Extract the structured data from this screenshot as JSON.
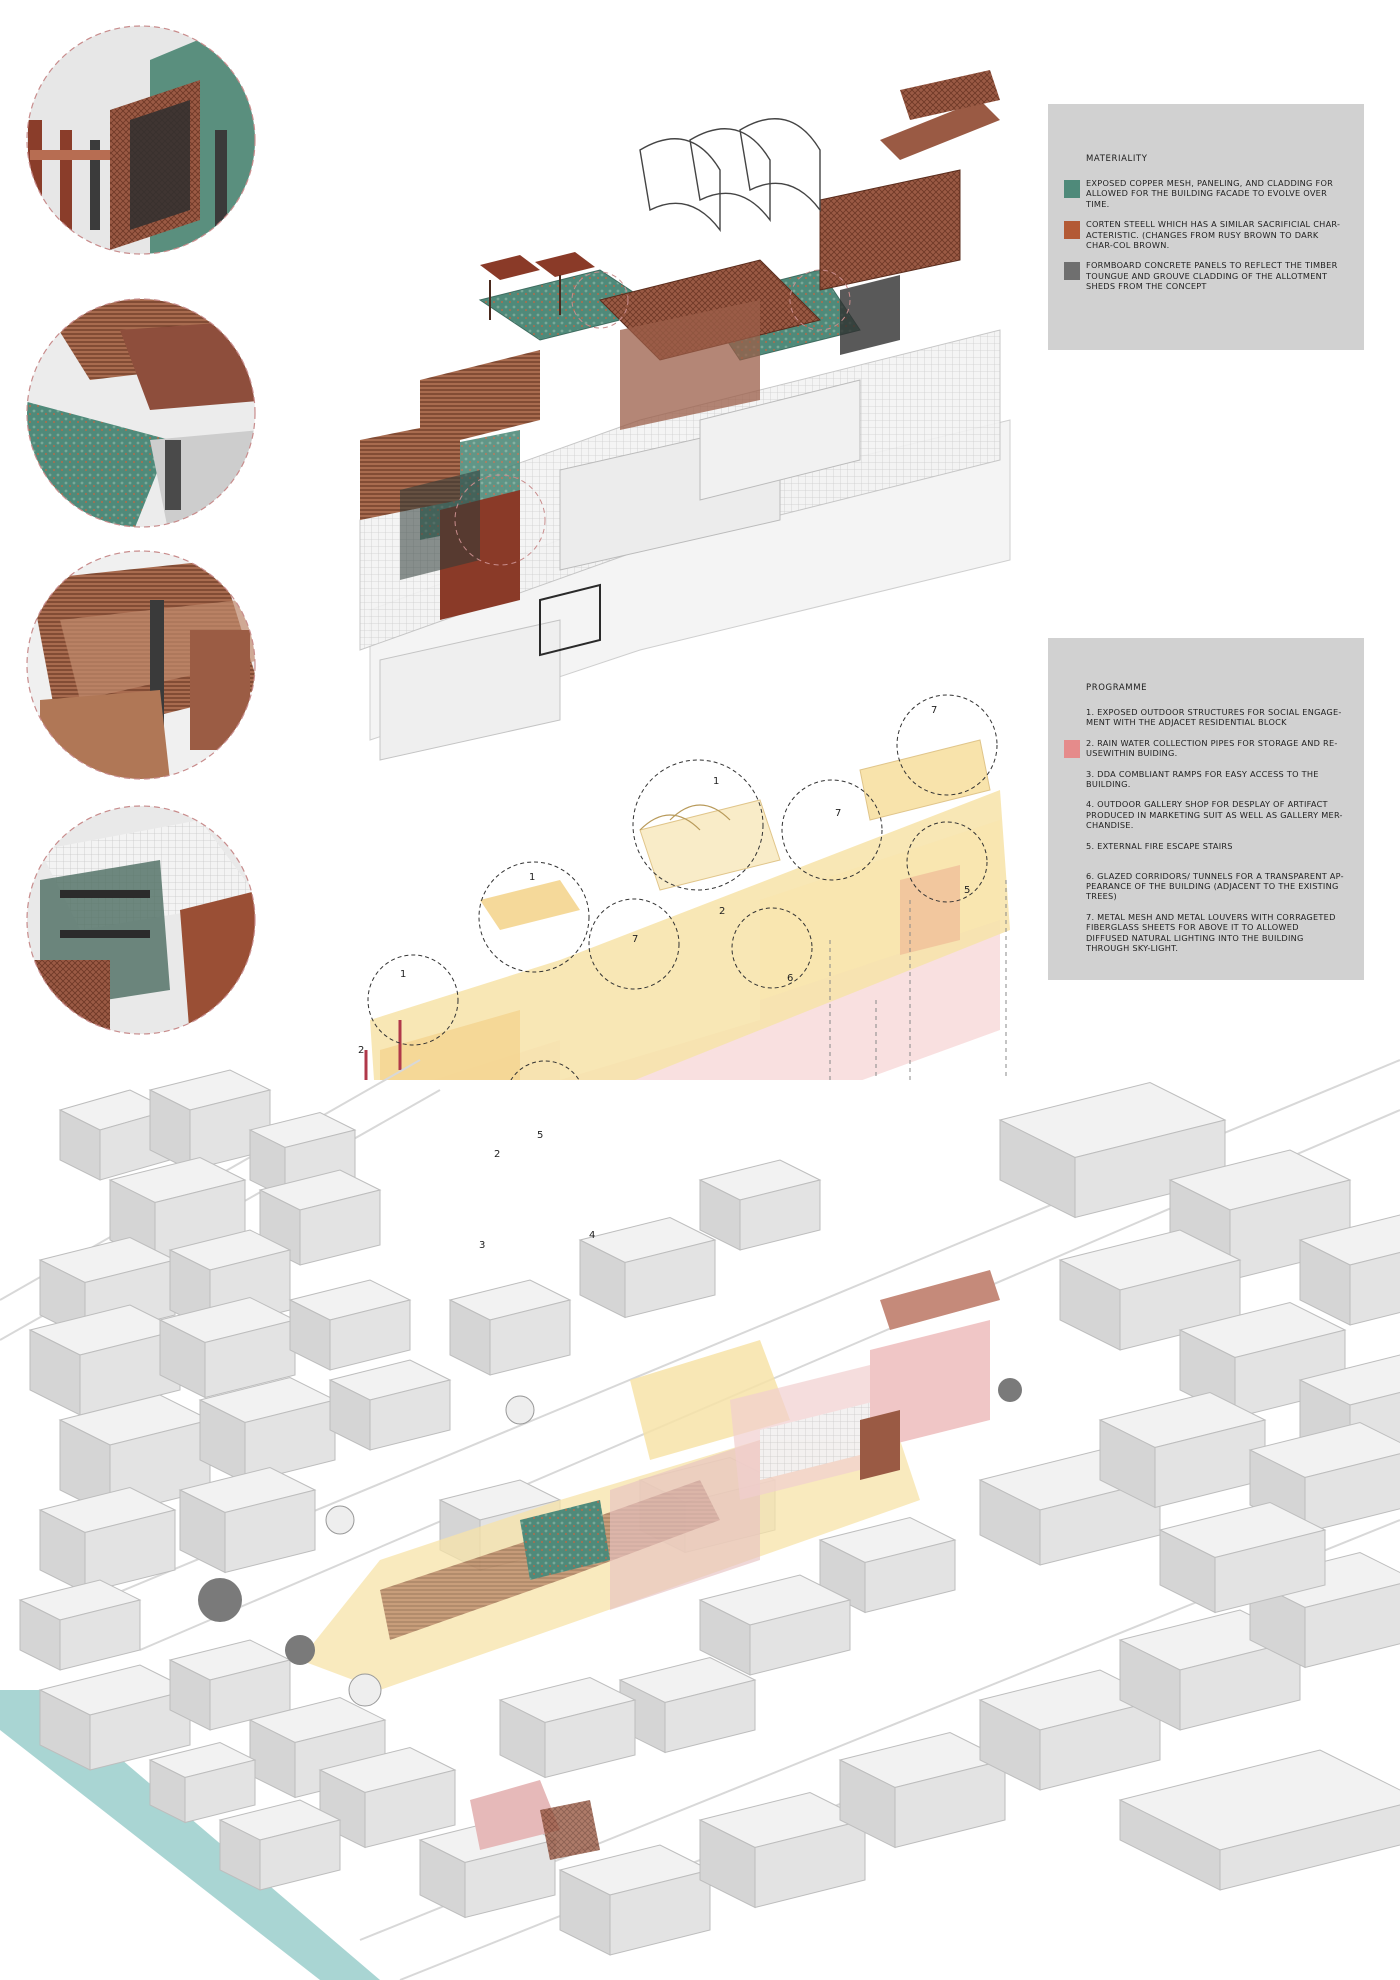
{
  "materiality": {
    "title": "MATERIALITY",
    "items": [
      {
        "text": "EXPOSED COPPER MESH, PANELING, AND CLADDING FOR ALLOWED FOR THE BUILDING FACADE TO EVOLVE OVER TIME.",
        "color": "#4f8a7a"
      },
      {
        "text": "CORTEN STEELL WHICH HAS A SIMILAR SACRIFICIAL CHAR-ACTERISTIC. (CHANGES FROM RUSY BROWN TO DARK CHAR-COL BROWN.",
        "color": "#b35a35"
      },
      {
        "text": "FORMBOARD CONCRETE PANELS TO REFLECT THE TIMBER TOUNGUE AND GROUVE CLADDING OF THE ALLOTMENT SHEDS FROM THE CONCEPT",
        "color": "#6f6f6f"
      }
    ]
  },
  "programme": {
    "title": "PROGRAMME",
    "items": [
      {
        "text": "1. EXPOSED OUTDOOR STRUCTURES FOR SOCIAL ENGAGE-MENT WITH THE ADJACET RESIDENTIAL BLOCK",
        "color": ""
      },
      {
        "text": "2. RAIN WATER COLLECTION PIPES FOR STORAGE AND RE-USEWITHIN BUIDING.",
        "color": "#e58b8b"
      },
      {
        "text": "3. DDA COMBLIANT RAMPS FOR EASY ACCESS TO THE BUILDING.",
        "color": ""
      },
      {
        "text": "4. OUTDOOR GALLERY SHOP FOR DESPLAY OF ARTIFACT PRODUCED IN MARKETING SUIT AS WELL AS GALLERY MER-CHANDISE.",
        "color": ""
      },
      {
        "text": "5. EXTERNAL FIRE ESCAPE STAIRS",
        "color": ""
      },
      {
        "text": "6. GLAZED CORRIDORS/ TUNNELS FOR A TRANSPARENT AP-PEARANCE OF THE BUILDING (ADJACENT TO THE EXISTING TREES)",
        "color": ""
      },
      {
        "text": "7. METAL MESH AND METAL LOUVERS WITH CORRAGETED FIBERGLASS SHEETS FOR ABOVE IT TO ALLOWED DIFFUSED NATURAL LIGHTING INTO THE BUILDING THROUGH SKY-LIGHT.",
        "color": ""
      }
    ]
  },
  "diagram_labels": [
    {
      "id": "lbl-7-top",
      "text": "7"
    },
    {
      "id": "lbl-1-arches",
      "text": "1"
    },
    {
      "id": "lbl-7-mid",
      "text": "7"
    },
    {
      "id": "lbl-5-right",
      "text": "5"
    },
    {
      "id": "lbl-1-pergola",
      "text": "1"
    },
    {
      "id": "lbl-7-left",
      "text": "7"
    },
    {
      "id": "lbl-6",
      "text": "6"
    },
    {
      "id": "lbl-2-right",
      "text": "2"
    },
    {
      "id": "lbl-1-left",
      "text": "1"
    },
    {
      "id": "lbl-2-left",
      "text": "2"
    },
    {
      "id": "lbl-5-left",
      "text": "5"
    },
    {
      "id": "lbl-2-center",
      "text": "2"
    },
    {
      "id": "lbl-3",
      "text": "3"
    },
    {
      "id": "lbl-4",
      "text": "4"
    }
  ],
  "colors": {
    "copper": "#4f8a7a",
    "corten": "#b35a35",
    "concrete": "#8a8a8a",
    "programme_yellow": "#f7e3a8",
    "programme_pink": "#f4c6c6",
    "context_grey": "#e6e6e6",
    "canal": "#a9d5d3"
  }
}
